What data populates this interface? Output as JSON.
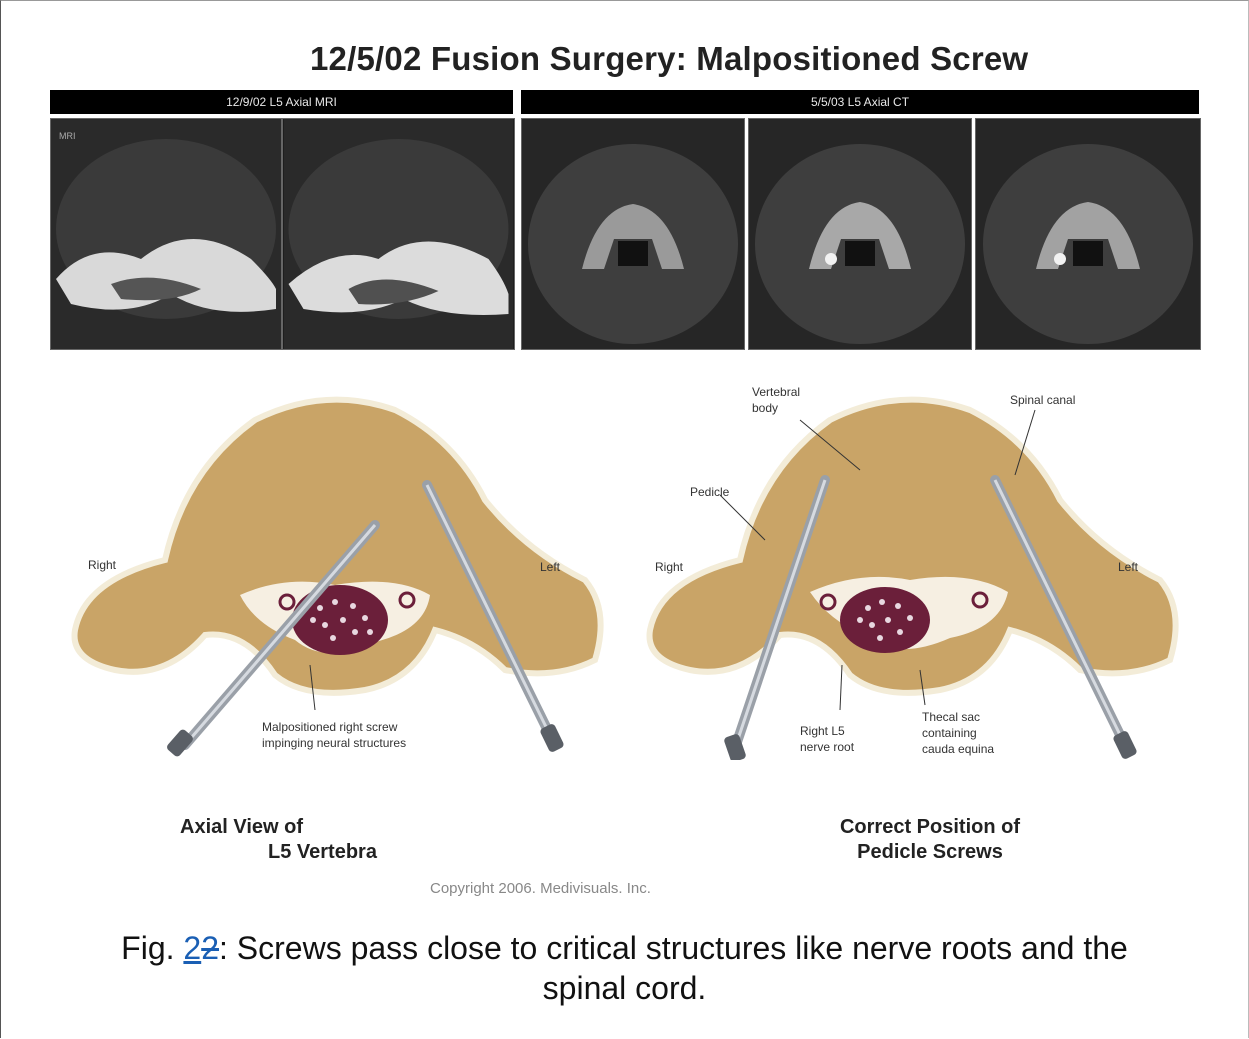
{
  "title": "12/5/02 Fusion Surgery: Malpositioned Screw",
  "panels": {
    "mri_label": "12/9/02 L5 Axial MRI",
    "ct_label": "5/5/03 L5 Axial CT"
  },
  "left_diagram": {
    "side_right": "Right",
    "side_left": "Left",
    "callout": [
      "Malpositioned right screw",
      "impinging neural structures"
    ],
    "caption": [
      "Axial View of",
      "L5 Vertebra"
    ]
  },
  "right_diagram": {
    "vertebral_body": [
      "Vertebral",
      "body"
    ],
    "spinal_canal": "Spinal canal",
    "pedicle": "Pedicle",
    "side_right": "Right",
    "side_left": "Left",
    "nerve_root": [
      "Right L5",
      "nerve root"
    ],
    "thecal_sac": [
      "Thecal sac",
      "containing",
      "cauda equina"
    ],
    "caption": [
      "Correct Position of",
      "Pedicle Screws"
    ]
  },
  "copyright": "Copyright 2006. Medivisuals. Inc.",
  "caption": {
    "prefix": "Fig. ",
    "num": "2",
    "num_strike": "2",
    "text": ": Screws pass close to critical structures like nerve roots and the",
    "text2": "spinal cord."
  },
  "colors": {
    "bone": "#c9a467",
    "bone_edge": "#f3ecd8",
    "screw": "#9aa0a8",
    "sac": "#6b1f3a",
    "link": "#1a5fb4"
  }
}
